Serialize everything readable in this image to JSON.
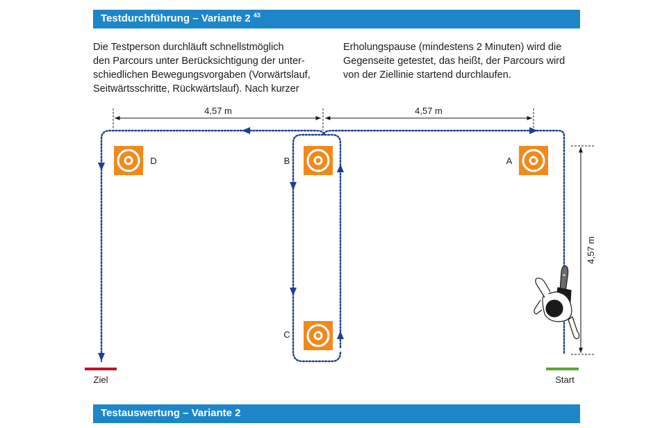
{
  "header": {
    "title": "Testdurchführung – Variante 2",
    "footnote": "43"
  },
  "intro": {
    "left": "Die Testperson durchläuft schnellstmöglich\nden Parcours unter Berücksichtigung der unter-\nschiedlichen Bewegungsvorgaben (Vorwärtslauf,\nSeitwärtsschritte, Rückwärtslauf). Nach kurzer",
    "right": "Erholungspause (mindestens 2 Minuten) wird die\nGegenseite getestet, das heißt, der  Parcours wird\nvon der Ziellinie startend durchlaufen."
  },
  "diagram": {
    "dimension_left": "4,57 m",
    "dimension_right": "4,57 m",
    "dimension_vertical": "4,57 m",
    "cones": {
      "a": "A",
      "b": "B",
      "c": "C",
      "d": "D"
    },
    "finish_label": "Ziel",
    "start_label": "Start",
    "colors": {
      "cone": "#f08a1c",
      "path": "#1f3f8f",
      "finish": "#c0122f",
      "start": "#5aa532",
      "banner": "#1d86c9"
    }
  },
  "footer": {
    "title": "Testauswertung – Variante 2"
  }
}
